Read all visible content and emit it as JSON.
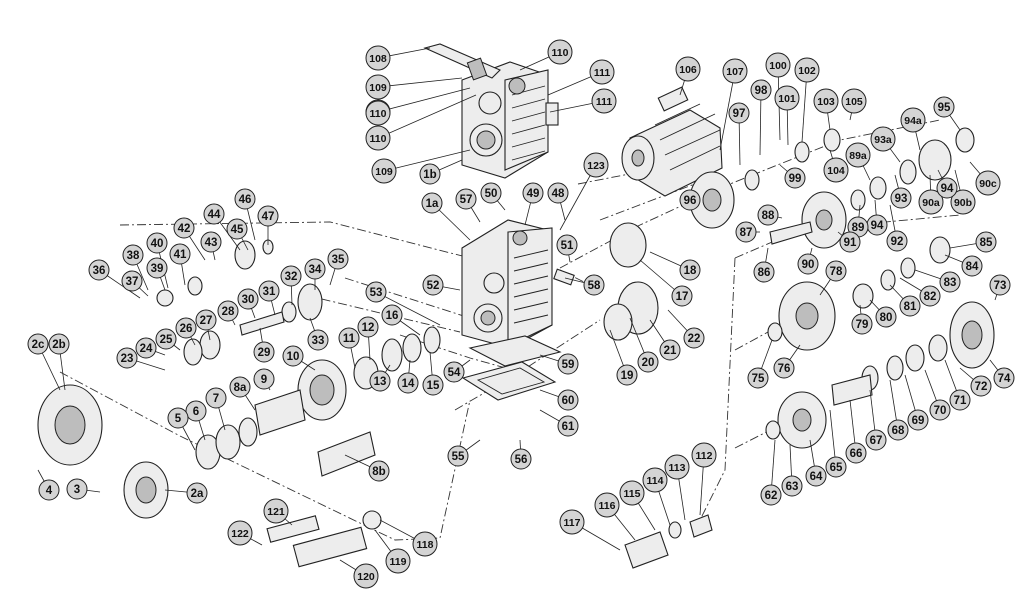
{
  "diagram": {
    "callouts": [
      {
        "id": "c108",
        "label": "108"
      },
      {
        "id": "c109a",
        "label": "109"
      },
      {
        "id": "c110a",
        "label": "110"
      },
      {
        "id": "c109b",
        "label": "109"
      },
      {
        "id": "c110b",
        "label": "110"
      },
      {
        "id": "c109c",
        "label": "109"
      },
      {
        "id": "c110c",
        "label": "110"
      },
      {
        "id": "c1b",
        "label": "1b"
      },
      {
        "id": "c111a",
        "label": "111"
      },
      {
        "id": "c111b",
        "label": "111"
      },
      {
        "id": "c106",
        "label": "106"
      },
      {
        "id": "c107",
        "label": "107"
      },
      {
        "id": "c100",
        "label": "100"
      },
      {
        "id": "c102",
        "label": "102"
      },
      {
        "id": "c97",
        "label": "97"
      },
      {
        "id": "c98",
        "label": "98"
      },
      {
        "id": "c101",
        "label": "101"
      },
      {
        "id": "c103",
        "label": "103"
      },
      {
        "id": "c105",
        "label": "105"
      },
      {
        "id": "c95",
        "label": "95"
      },
      {
        "id": "c94a",
        "label": "94a"
      },
      {
        "id": "c93a",
        "label": "93a"
      },
      {
        "id": "c89a",
        "label": "89a"
      },
      {
        "id": "c104",
        "label": "104"
      },
      {
        "id": "c99",
        "label": "99"
      },
      {
        "id": "c96",
        "label": "96"
      },
      {
        "id": "c123",
        "label": "123"
      },
      {
        "id": "c90c",
        "label": "90c"
      },
      {
        "id": "c90a",
        "label": "90a"
      },
      {
        "id": "c90b",
        "label": "90b"
      },
      {
        "id": "c93",
        "label": "93"
      },
      {
        "id": "c94b",
        "label": "94"
      },
      {
        "id": "c94",
        "label": "94"
      },
      {
        "id": "c92",
        "label": "92"
      },
      {
        "id": "c89",
        "label": "89"
      },
      {
        "id": "c88",
        "label": "88"
      },
      {
        "id": "c87",
        "label": "87"
      },
      {
        "id": "c91",
        "label": "91"
      },
      {
        "id": "c90",
        "label": "90"
      },
      {
        "id": "c86",
        "label": "86"
      },
      {
        "id": "c85",
        "label": "85"
      },
      {
        "id": "c84",
        "label": "84"
      },
      {
        "id": "c78",
        "label": "78"
      },
      {
        "id": "c83",
        "label": "83"
      },
      {
        "id": "c82",
        "label": "82"
      },
      {
        "id": "c81",
        "label": "81"
      },
      {
        "id": "c80",
        "label": "80"
      },
      {
        "id": "c79",
        "label": "79"
      },
      {
        "id": "c73",
        "label": "73"
      },
      {
        "id": "c75",
        "label": "75"
      },
      {
        "id": "c76",
        "label": "76"
      },
      {
        "id": "c74",
        "label": "74"
      },
      {
        "id": "c72",
        "label": "72"
      },
      {
        "id": "c71",
        "label": "71"
      },
      {
        "id": "c70",
        "label": "70"
      },
      {
        "id": "c69",
        "label": "69"
      },
      {
        "id": "c68",
        "label": "68"
      },
      {
        "id": "c67",
        "label": "67"
      },
      {
        "id": "c66",
        "label": "66"
      },
      {
        "id": "c65",
        "label": "65"
      },
      {
        "id": "c64",
        "label": "64"
      },
      {
        "id": "c63",
        "label": "63"
      },
      {
        "id": "c62",
        "label": "62"
      },
      {
        "id": "c112",
        "label": "112"
      },
      {
        "id": "c113",
        "label": "113"
      },
      {
        "id": "c114",
        "label": "114"
      },
      {
        "id": "c115",
        "label": "115"
      },
      {
        "id": "c116",
        "label": "116"
      },
      {
        "id": "c117",
        "label": "117"
      },
      {
        "id": "c57",
        "label": "57"
      },
      {
        "id": "c50",
        "label": "50"
      },
      {
        "id": "c49",
        "label": "49"
      },
      {
        "id": "c48",
        "label": "48"
      },
      {
        "id": "c1a",
        "label": "1a"
      },
      {
        "id": "c51",
        "label": "51"
      },
      {
        "id": "c18",
        "label": "18"
      },
      {
        "id": "c17",
        "label": "17"
      },
      {
        "id": "c58",
        "label": "58"
      },
      {
        "id": "c52",
        "label": "52"
      },
      {
        "id": "c53",
        "label": "53"
      },
      {
        "id": "c16",
        "label": "16"
      },
      {
        "id": "c22",
        "label": "22"
      },
      {
        "id": "c21",
        "label": "21"
      },
      {
        "id": "c20",
        "label": "20"
      },
      {
        "id": "c19",
        "label": "19"
      },
      {
        "id": "c59",
        "label": "59"
      },
      {
        "id": "c54",
        "label": "54"
      },
      {
        "id": "c60",
        "label": "60"
      },
      {
        "id": "c61",
        "label": "61"
      },
      {
        "id": "c55",
        "label": "55"
      },
      {
        "id": "c56",
        "label": "56"
      },
      {
        "id": "c46",
        "label": "46"
      },
      {
        "id": "c47",
        "label": "47"
      },
      {
        "id": "c44",
        "label": "44"
      },
      {
        "id": "c45",
        "label": "45"
      },
      {
        "id": "c42",
        "label": "42"
      },
      {
        "id": "c43",
        "label": "43"
      },
      {
        "id": "c38",
        "label": "38"
      },
      {
        "id": "c40",
        "label": "40"
      },
      {
        "id": "c41",
        "label": "41"
      },
      {
        "id": "c36",
        "label": "36"
      },
      {
        "id": "c37",
        "label": "37"
      },
      {
        "id": "c39",
        "label": "39"
      },
      {
        "id": "c35",
        "label": "35"
      },
      {
        "id": "c34",
        "label": "34"
      },
      {
        "id": "c32",
        "label": "32"
      },
      {
        "id": "c31",
        "label": "31"
      },
      {
        "id": "c30",
        "label": "30"
      },
      {
        "id": "c28",
        "label": "28"
      },
      {
        "id": "c27",
        "label": "27"
      },
      {
        "id": "c26",
        "label": "26"
      },
      {
        "id": "c25",
        "label": "25"
      },
      {
        "id": "c24",
        "label": "24"
      },
      {
        "id": "c29",
        "label": "29"
      },
      {
        "id": "c33",
        "label": "33"
      },
      {
        "id": "c23",
        "label": "23"
      },
      {
        "id": "c12",
        "label": "12"
      },
      {
        "id": "c11",
        "label": "11"
      },
      {
        "id": "c10",
        "label": "10"
      },
      {
        "id": "c13",
        "label": "13"
      },
      {
        "id": "c14",
        "label": "14"
      },
      {
        "id": "c15",
        "label": "15"
      },
      {
        "id": "c2c",
        "label": "2c"
      },
      {
        "id": "c2b",
        "label": "2b"
      },
      {
        "id": "c9",
        "label": "9"
      },
      {
        "id": "c8a",
        "label": "8a"
      },
      {
        "id": "c7",
        "label": "7"
      },
      {
        "id": "c6",
        "label": "6"
      },
      {
        "id": "c5",
        "label": "5"
      },
      {
        "id": "c8b",
        "label": "8b"
      },
      {
        "id": "c4",
        "label": "4"
      },
      {
        "id": "c3",
        "label": "3"
      },
      {
        "id": "c2a",
        "label": "2a"
      },
      {
        "id": "c121",
        "label": "121"
      },
      {
        "id": "c122",
        "label": "122"
      },
      {
        "id": "c118",
        "label": "118"
      },
      {
        "id": "c119",
        "label": "119"
      },
      {
        "id": "c120",
        "label": "120"
      }
    ]
  }
}
